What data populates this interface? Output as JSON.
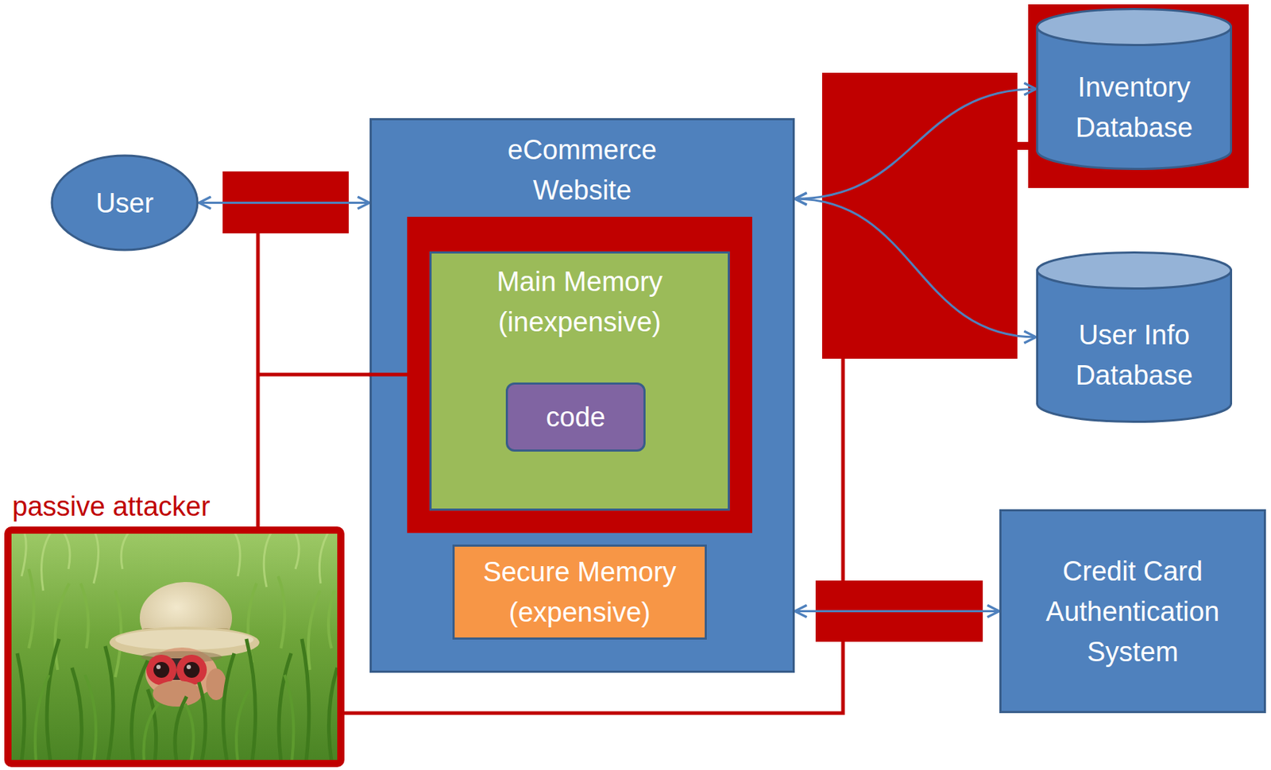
{
  "diagram": {
    "nodes": [
      {
        "text": [
          "User"
        ]
      },
      {
        "text": [
          "eCommerce Website"
        ]
      },
      {
        "text": [
          "Main Memory (inexpensive)"
        ],
        "in": 1
      },
      {
        "text": [
          "code"
        ],
        "in": 2
      },
      {
        "text": [
          "Secure Memory (expensive)"
        ],
        "in": 1
      },
      {
        "text": [
          "Inventory Database"
        ]
      },
      {
        "text": [
          "User Info Database"
        ]
      },
      {
        "text": [
          "Credit Card Authentication System"
        ]
      },
      {
        "text": [
          "passive attacker"
        ]
      }
    ],
    "edges": [
      {
        "from": 0,
        "to": 1,
        "arrow": "both"
      },
      {
        "from": 1,
        "to": 5,
        "arrow": "both"
      },
      {
        "from": 1,
        "to": 6,
        "arrow": "both"
      },
      {
        "from": 1,
        "to": 7,
        "arrow": "both"
      }
    ]
  }
}
